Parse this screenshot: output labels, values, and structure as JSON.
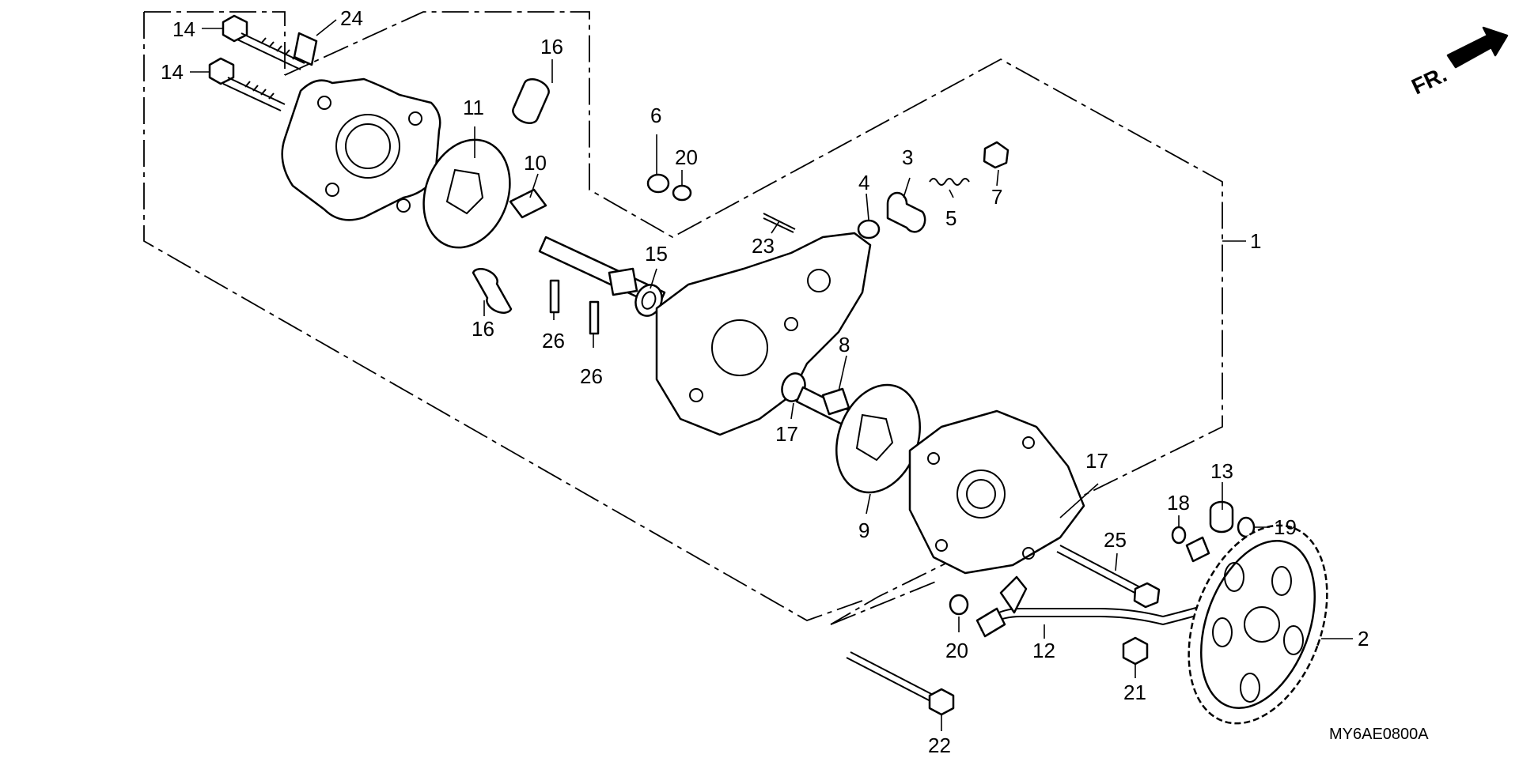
{
  "diagram": {
    "code": "MY6AE0800A",
    "direction_label": "FR.",
    "callouts": [
      {
        "id": "c1",
        "text": "1"
      },
      {
        "id": "c2",
        "text": "2"
      },
      {
        "id": "c3",
        "text": "3"
      },
      {
        "id": "c4",
        "text": "4"
      },
      {
        "id": "c5",
        "text": "5"
      },
      {
        "id": "c6",
        "text": "6"
      },
      {
        "id": "c7",
        "text": "7"
      },
      {
        "id": "c8",
        "text": "8"
      },
      {
        "id": "c9",
        "text": "9"
      },
      {
        "id": "c10",
        "text": "10"
      },
      {
        "id": "c11",
        "text": "11"
      },
      {
        "id": "c12",
        "text": "12"
      },
      {
        "id": "c13",
        "text": "13"
      },
      {
        "id": "c14a",
        "text": "14"
      },
      {
        "id": "c14b",
        "text": "14"
      },
      {
        "id": "c15",
        "text": "15"
      },
      {
        "id": "c16a",
        "text": "16"
      },
      {
        "id": "c16b",
        "text": "16"
      },
      {
        "id": "c17a",
        "text": "17"
      },
      {
        "id": "c17b",
        "text": "17"
      },
      {
        "id": "c18",
        "text": "18"
      },
      {
        "id": "c19",
        "text": "19"
      },
      {
        "id": "c20a",
        "text": "20"
      },
      {
        "id": "c20b",
        "text": "20"
      },
      {
        "id": "c21",
        "text": "21"
      },
      {
        "id": "c22",
        "text": "22"
      },
      {
        "id": "c23",
        "text": "23"
      },
      {
        "id": "c24",
        "text": "24"
      },
      {
        "id": "c25",
        "text": "25"
      },
      {
        "id": "c26a",
        "text": "26"
      },
      {
        "id": "c26b",
        "text": "26"
      }
    ]
  }
}
